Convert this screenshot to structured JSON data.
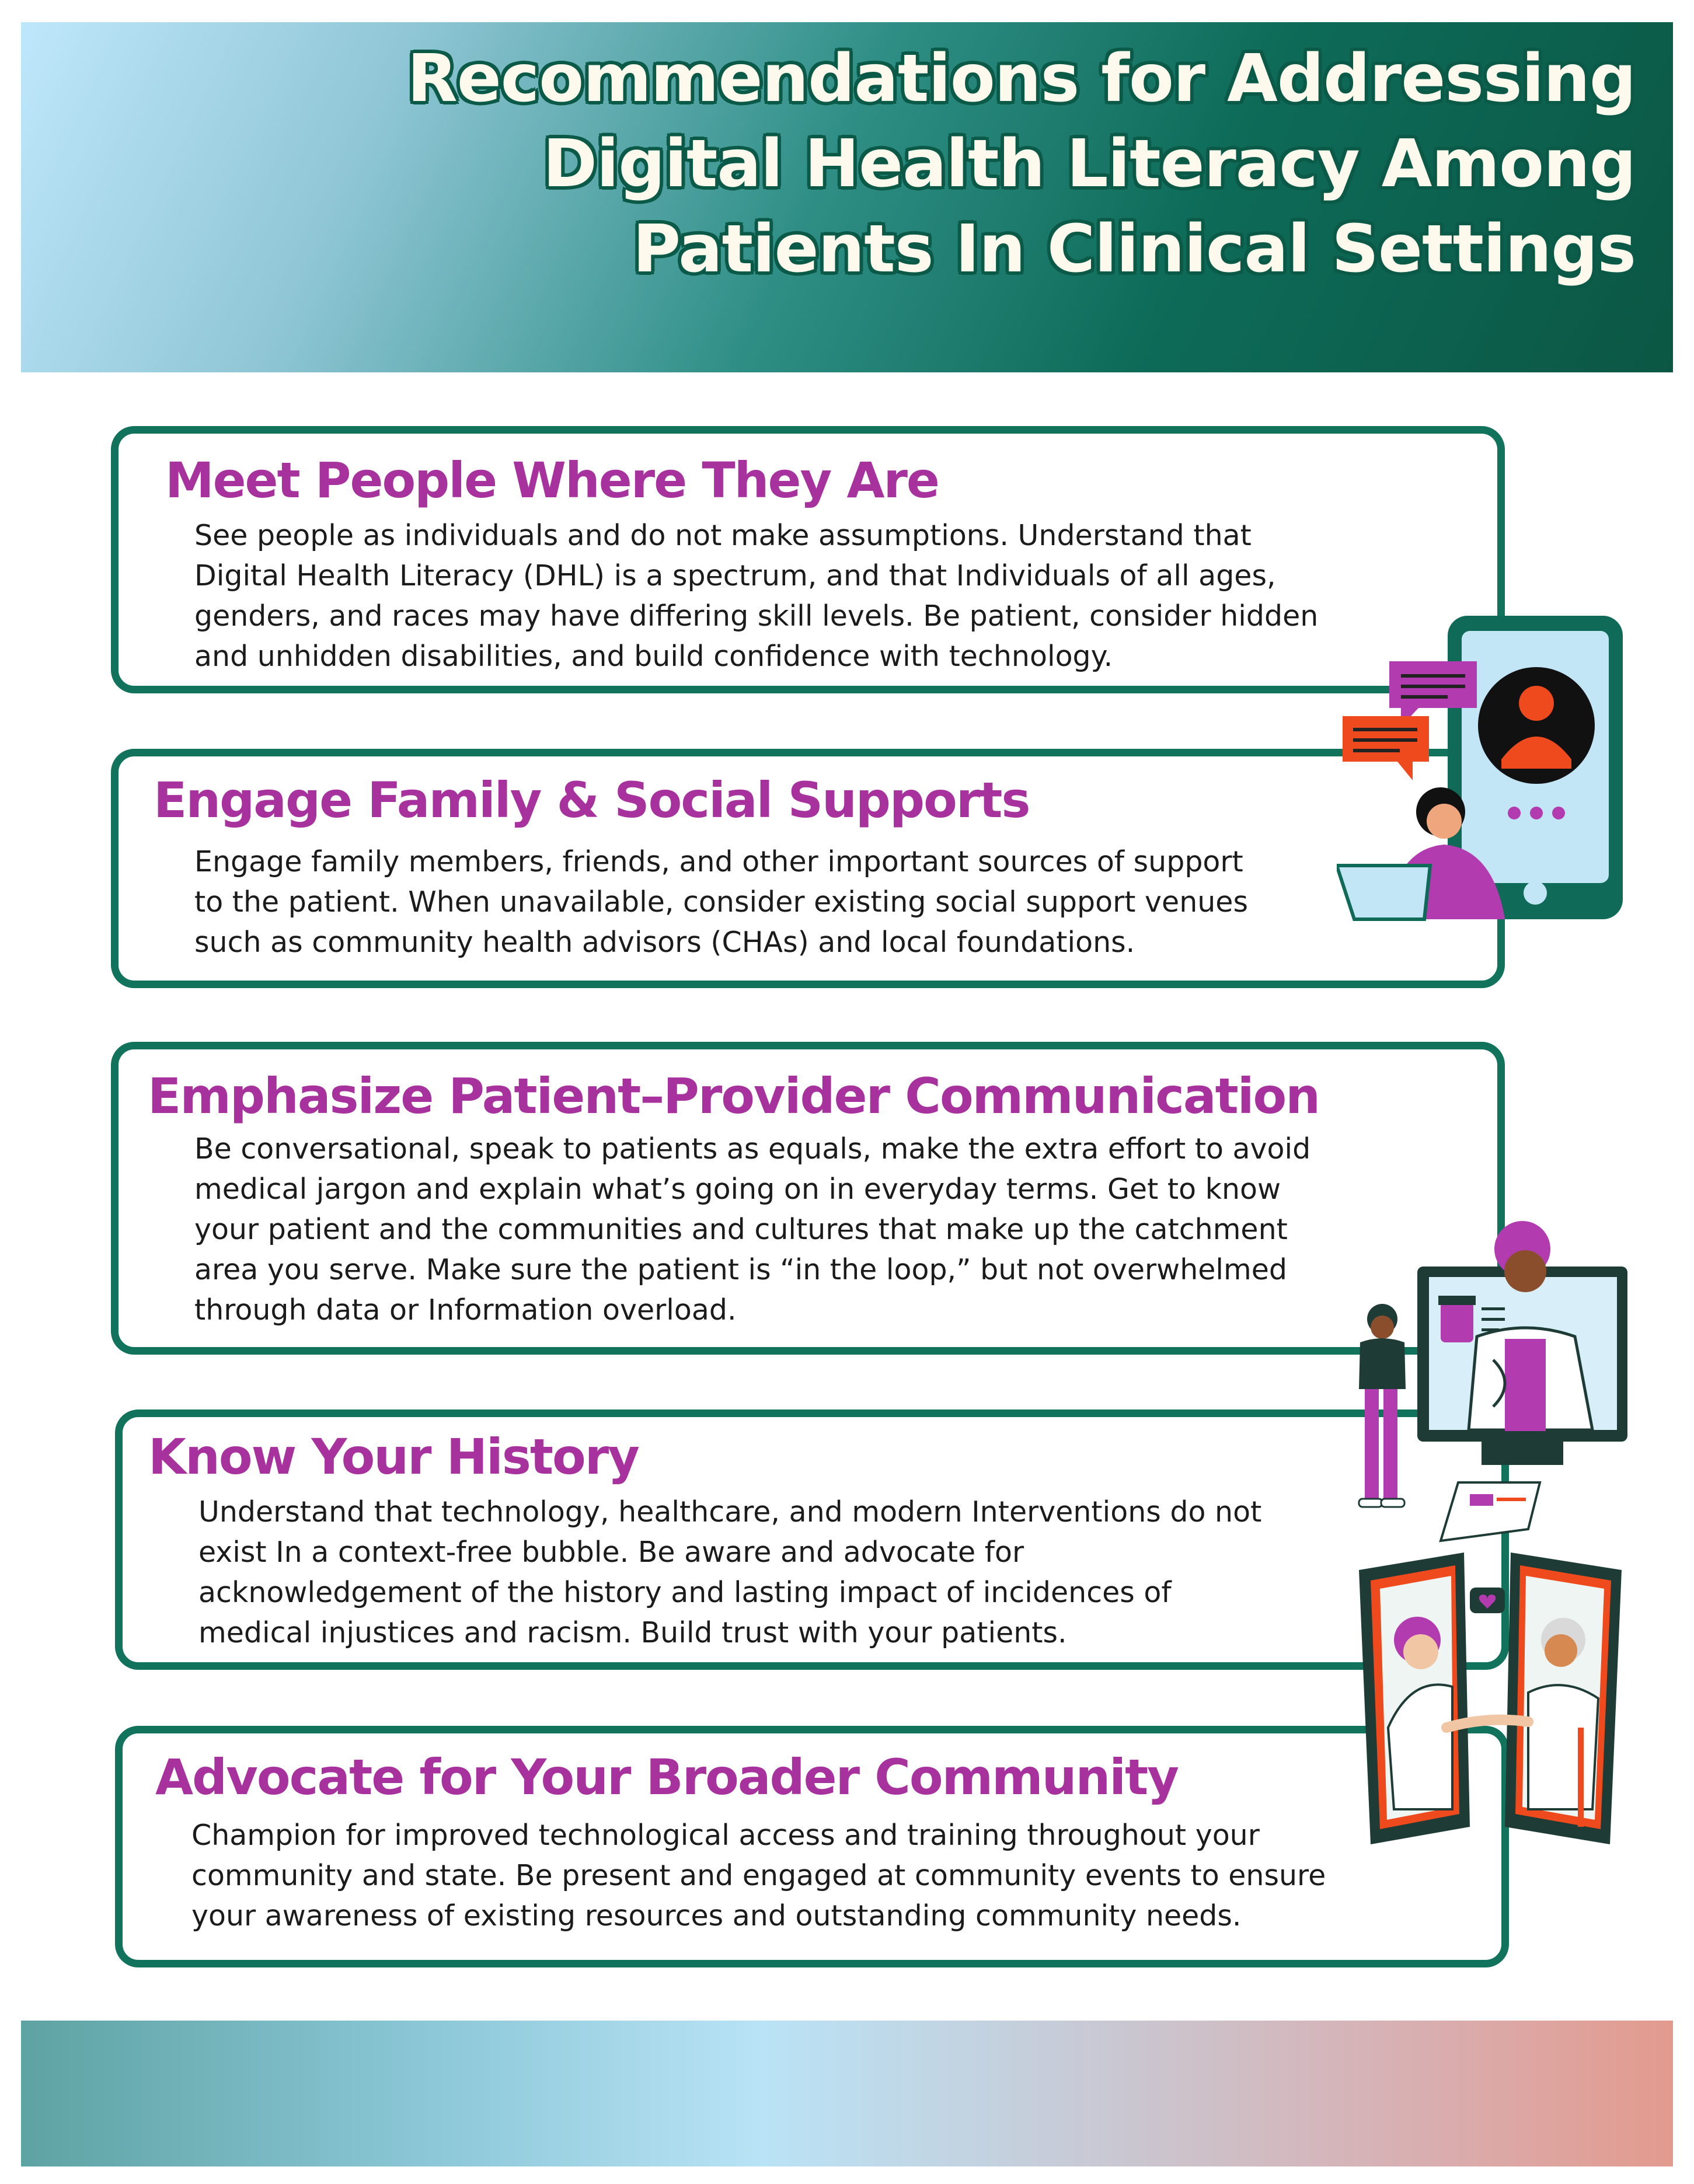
{
  "header": {
    "title_lines": [
      "Recommendations for Addressing",
      "Digital Health Literacy Among",
      "Patients In Clinical Settings"
    ]
  },
  "sections": [
    {
      "heading": "Meet People Where They Are",
      "lines": [
        "See people as individuals and do not make assumptions.  Understand that",
        "Digital Health Literacy (DHL) is a spectrum, and that Individuals of all ages,",
        "genders, and races may have differing skill levels. Be patient, consider hidden",
        "and unhidden disabilities, and build confidence with technology."
      ]
    },
    {
      "heading": "Engage Family & Social Supports",
      "lines": [
        "Engage family members, friends, and other important sources of support",
        "to the patient. When unavailable, consider existing social support venues",
        "such as community health advisors (CHAs) and local foundations."
      ]
    },
    {
      "heading": "Emphasize Patient–Provider Communication",
      "lines": [
        "Be conversational, speak to patients as equals, make the extra effort to avoid",
        "medical jargon and explain what’s going on in everyday terms. Get to know",
        "your patient and the communities and cultures that make up the catchment",
        "area you serve. Make sure the patient is “in the loop,” but not overwhelmed",
        "through data or Information overload."
      ]
    },
    {
      "heading": "Know Your History",
      "lines": [
        "Understand that technology, healthcare, and modern Interventions do not",
        "exist In a context-free bubble. Be aware and advocate for",
        "acknowledgement of the history and lasting impact of incidences of",
        "medical injustices and racism. Build trust with your patients."
      ]
    },
    {
      "heading": "Advocate for Your Broader Community",
      "lines": [
        "Champion for improved technological access and training throughout your",
        "community and state. Be present and engaged at community events to ensure",
        "your awareness of existing resources and outstanding community needs."
      ]
    }
  ],
  "colors": {
    "heading": "#a8329d",
    "border": "#12735d",
    "accent_orange": "#ef4a1d",
    "accent_purple": "#b23bb0",
    "light_blue": "#c3e6f7"
  },
  "illustrations": [
    "phone-video-call-icon",
    "telehealth-doctor-icon",
    "doctor-patient-tablets-icon"
  ]
}
